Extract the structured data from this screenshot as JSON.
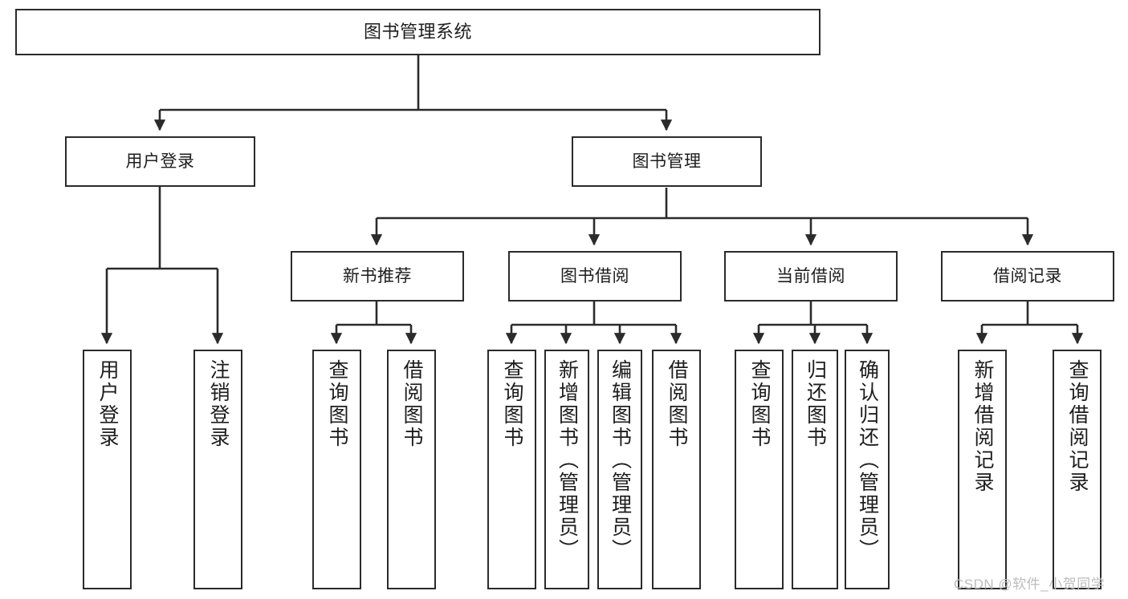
{
  "diagram": {
    "title": "图书管理系统",
    "type": "功能结构图",
    "colors": {
      "box_border": "#2b2b2b",
      "box_fill": "#ffffff",
      "edge": "#2b2b2b",
      "text": "#1d1d1d",
      "watermark": "#bdbdbd",
      "background": "#ffffff"
    },
    "root": {
      "label": "图书管理系统"
    },
    "level2": [
      {
        "label": "用户登录"
      },
      {
        "label": "图书管理"
      }
    ],
    "level3": [
      {
        "label": "新书推荐"
      },
      {
        "label": "图书借阅"
      },
      {
        "label": "当前借阅"
      },
      {
        "label": "借阅记录"
      }
    ],
    "leaves": {
      "user_login": [
        {
          "label": "用户登录"
        },
        {
          "label": "注销登录"
        }
      ],
      "new_book_recommend": [
        {
          "label": "查询图书"
        },
        {
          "label": "借阅图书"
        }
      ],
      "book_borrow": [
        {
          "label": "查询图书"
        },
        {
          "label": "新增图书（管理员）"
        },
        {
          "label": "编辑图书（管理员）"
        },
        {
          "label": "借阅图书"
        }
      ],
      "current_borrow": [
        {
          "label": "查询图书"
        },
        {
          "label": "归还图书"
        },
        {
          "label": "确认归还（管理员）"
        }
      ],
      "borrow_record": [
        {
          "label": "新增借阅记录"
        },
        {
          "label": "查询借阅记录"
        }
      ]
    }
  },
  "watermark": {
    "text": "CSDN @软件_小贺同学"
  }
}
